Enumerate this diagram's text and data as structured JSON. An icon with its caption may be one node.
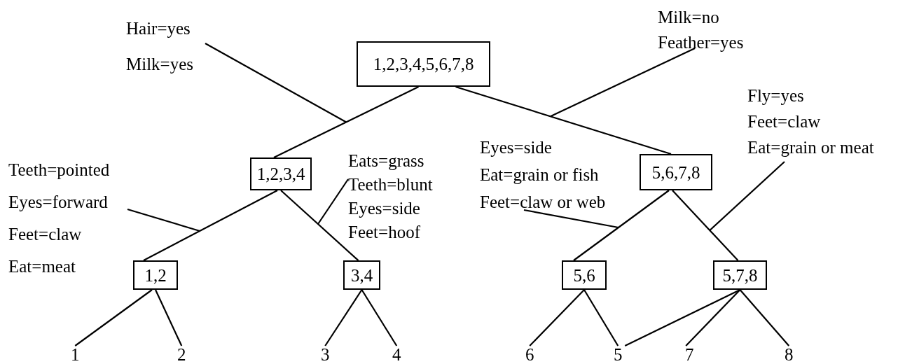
{
  "diagram": {
    "nodes": [
      {
        "text": [
          "1,2,3,4,5,6,7,8"
        ]
      },
      {
        "text": [
          "1,2,3,4"
        ]
      },
      {
        "text": [
          "5,6,7,8"
        ]
      },
      {
        "text": [
          "1,2"
        ]
      },
      {
        "text": [
          "3,4"
        ]
      },
      {
        "text": [
          "5,6"
        ]
      },
      {
        "text": [
          "5,7,8"
        ]
      },
      {
        "text": [
          "1"
        ]
      },
      {
        "text": [
          "2"
        ]
      },
      {
        "text": [
          "3"
        ]
      },
      {
        "text": [
          "4"
        ]
      },
      {
        "text": [
          "6"
        ]
      },
      {
        "text": [
          "5"
        ]
      },
      {
        "text": [
          "7"
        ]
      },
      {
        "text": [
          "8"
        ]
      },
      {
        "text": [
          "Hair=yes",
          "Milk=yes"
        ]
      },
      {
        "text": [
          "Milk=no",
          "Feather=yes"
        ]
      },
      {
        "text": [
          "Teeth=pointed",
          "Eyes=forward",
          "Feet=claw",
          "Eat=meat"
        ]
      },
      {
        "text": [
          "Eats=grass",
          "Teeth=blunt",
          "Eyes=side",
          "Feet=hoof"
        ]
      },
      {
        "text": [
          "Eyes=side",
          "Eat=grain or fish",
          "Feet=claw or web"
        ]
      },
      {
        "text": [
          "Fly=yes",
          "Feet=claw",
          "Eat=grain or meat"
        ]
      }
    ],
    "edges": [
      {
        "from": 0,
        "to": 1,
        "arrow": "none"
      },
      {
        "from": 0,
        "to": 2,
        "arrow": "none"
      },
      {
        "from": 1,
        "to": 3,
        "arrow": "none"
      },
      {
        "from": 1,
        "to": 4,
        "arrow": "none"
      },
      {
        "from": 2,
        "to": 5,
        "arrow": "none"
      },
      {
        "from": 2,
        "to": 6,
        "arrow": "none"
      },
      {
        "from": 3,
        "to": 7,
        "arrow": "none"
      },
      {
        "from": 3,
        "to": 8,
        "arrow": "none"
      },
      {
        "from": 4,
        "to": 9,
        "arrow": "none"
      },
      {
        "from": 4,
        "to": 10,
        "arrow": "none"
      },
      {
        "from": 5,
        "to": 11,
        "arrow": "none"
      },
      {
        "from": 5,
        "to": 12,
        "arrow": "none"
      },
      {
        "from": 6,
        "to": 12,
        "arrow": "none"
      },
      {
        "from": 6,
        "to": 13,
        "arrow": "none"
      },
      {
        "from": 6,
        "to": 14,
        "arrow": "none"
      },
      {
        "from": 15,
        "to": null,
        "arrow": "none"
      },
      {
        "from": 16,
        "to": null,
        "arrow": "none"
      },
      {
        "from": 17,
        "to": null,
        "arrow": "none"
      },
      {
        "from": 18,
        "to": null,
        "arrow": "none"
      },
      {
        "from": 19,
        "to": null,
        "arrow": "none"
      },
      {
        "from": 20,
        "to": null,
        "arrow": "none"
      }
    ]
  }
}
